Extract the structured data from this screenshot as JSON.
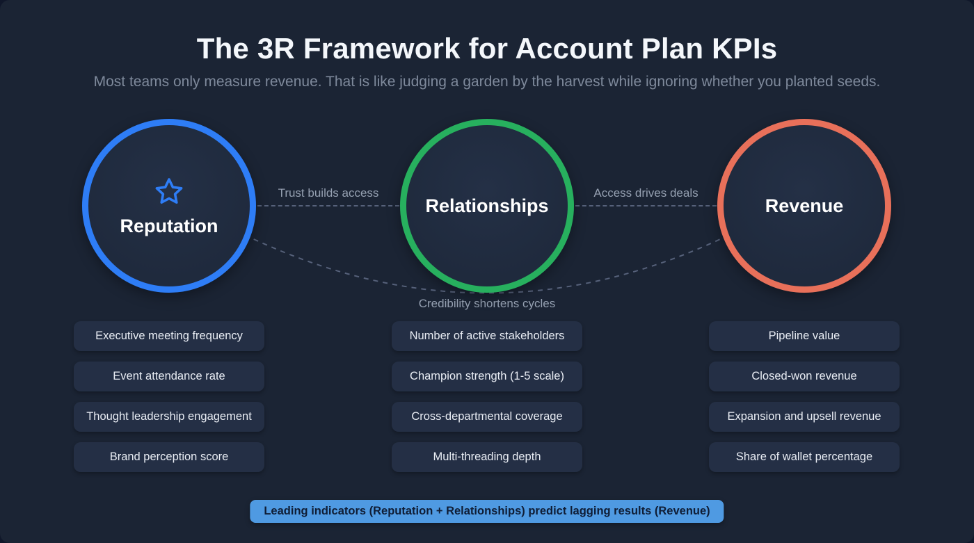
{
  "header": {
    "title": "The 3R Framework for Account Plan KPIs",
    "subtitle": "Most teams only measure revenue. That is like judging a garden by the harvest while ignoring whether you planted seeds."
  },
  "nodes": [
    {
      "label": "Reputation",
      "color": "#2e7df6",
      "icon": "star-icon"
    },
    {
      "label": "Relationships",
      "color": "#27b05e"
    },
    {
      "label": "Revenue",
      "color": "#e8705a"
    }
  ],
  "connections": [
    {
      "label": "Trust builds access"
    },
    {
      "label": "Access drives deals"
    },
    {
      "label": "Credibility shortens cycles"
    }
  ],
  "kpi_columns": [
    {
      "node": "Reputation",
      "items": [
        "Executive meeting frequency",
        "Event attendance rate",
        "Thought leadership engagement",
        "Brand perception score"
      ]
    },
    {
      "node": "Relationships",
      "items": [
        "Number of active stakeholders",
        "Champion strength (1-5 scale)",
        "Cross-departmental coverage",
        "Multi-threading depth"
      ]
    },
    {
      "node": "Revenue",
      "items": [
        "Pipeline value",
        "Closed-won revenue",
        "Expansion and upsell revenue",
        "Share of wallet percentage"
      ]
    }
  ],
  "footer": {
    "banner": "Leading indicators (Reputation + Relationships) predict lagging results (Revenue)"
  }
}
